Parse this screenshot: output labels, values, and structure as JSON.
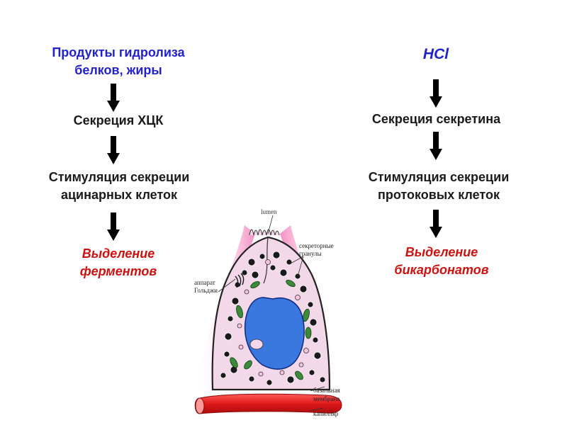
{
  "left": {
    "trigger": "Продукты гидролиза белков, жиры",
    "step1": "Секреция ХЦК",
    "step2": "Стимуляция секреции ацинарных клеток",
    "result": "Выделение ферментов"
  },
  "right": {
    "trigger": "HCl",
    "step1": "Секреция секретина",
    "step2": "Стимуляция секреции протоковых клеток",
    "result": "Выделение бикарбонатов"
  },
  "cell_labels": {
    "lumen": "lumen",
    "granules_1": "секреторные",
    "granules_2": "гранулы",
    "golgi_1": "аппарат",
    "golgi_2": "Гольджи",
    "membrane_1": "базальная",
    "membrane_2": "мембрана",
    "capillary": "капилляр"
  },
  "colors": {
    "trigger_text": "#2222cc",
    "result_text": "#cc1111",
    "cell_fill": "#f2d8e8",
    "nucleus": "#3a78e0",
    "capillary": "#e01818",
    "sheath": "#f07ab8"
  }
}
